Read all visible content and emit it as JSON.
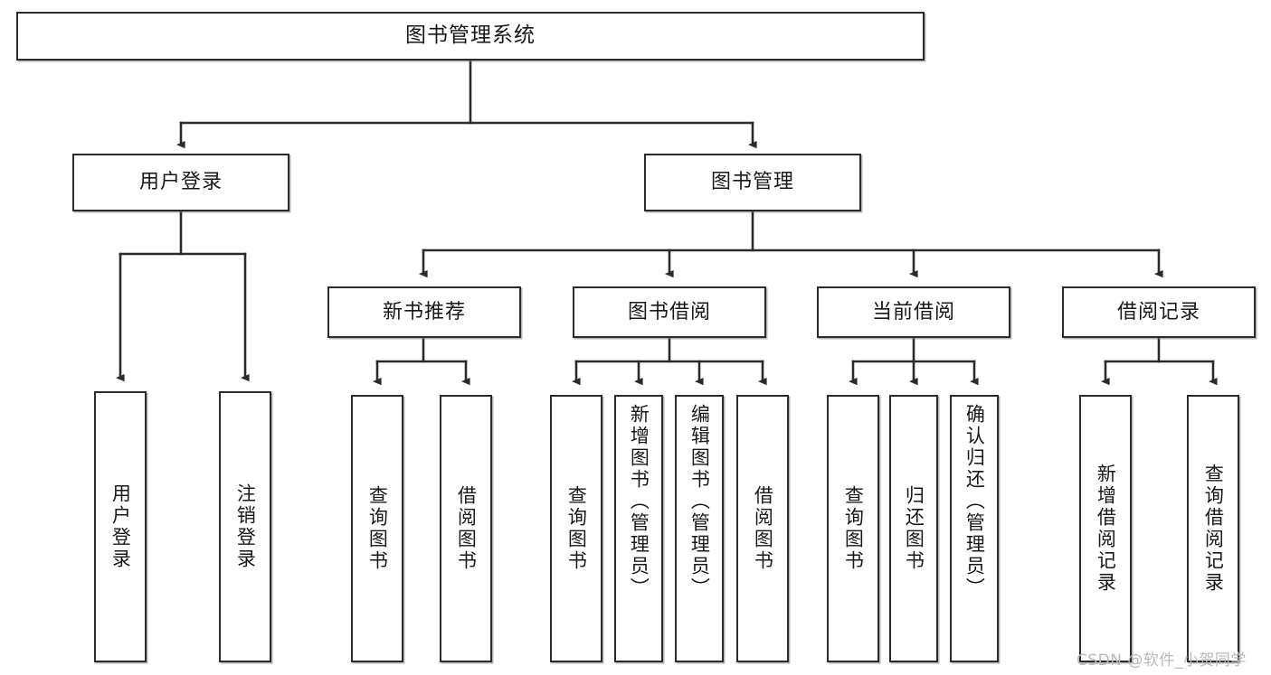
{
  "diagram": {
    "type": "tree-hierarchy-diagram",
    "title": "图书管理系统",
    "watermark": "CSDN @软件_小贺同学",
    "colors": {
      "box_border": "#2b2b2b",
      "box_fill": "#ffffff",
      "connector": "#2b2b2b",
      "text": "#17181a",
      "watermark": "#b9b9b9",
      "background": "#ffffff"
    },
    "nodes": {
      "root": {
        "label": "图书管理系统"
      },
      "level2": [
        {
          "label": "用户登录"
        },
        {
          "label": "图书管理"
        }
      ],
      "level3": [
        {
          "label": "新书推荐"
        },
        {
          "label": "图书借阅"
        },
        {
          "label": "当前借阅"
        },
        {
          "label": "借阅记录"
        }
      ],
      "leaves": {
        "user_login": [
          {
            "label": "用户登录"
          },
          {
            "label": "注销登录"
          }
        ],
        "new_book_recommend": [
          {
            "label": "查询图书"
          },
          {
            "label": "借阅图书"
          }
        ],
        "book_borrow": [
          {
            "label": "查询图书"
          },
          {
            "label": "新增图书（管理员）"
          },
          {
            "label": "编辑图书（管理员）"
          },
          {
            "label": "借阅图书"
          }
        ],
        "current_borrow": [
          {
            "label": "查询图书"
          },
          {
            "label": "归还图书"
          },
          {
            "label": "确认归还（管理员）"
          }
        ],
        "borrow_record": [
          {
            "label": "新增借阅记录"
          },
          {
            "label": "查询借阅记录"
          }
        ]
      }
    }
  }
}
